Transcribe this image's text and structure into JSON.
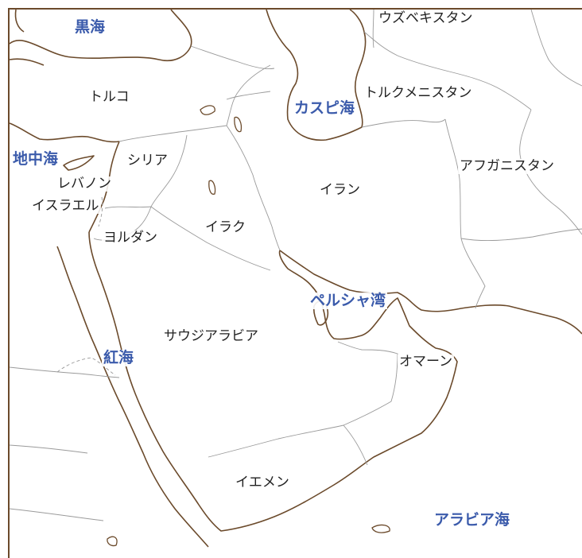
{
  "colors": {
    "coast": "#6b4a2b",
    "border": "#9a9a9a",
    "sea_label": "#3b5bab",
    "country_label": "#222222"
  },
  "seas": {
    "black_sea": "黒海",
    "caspian_sea": "カスピ海",
    "mediterranean": "地中海",
    "persian_gulf": "ペルシャ湾",
    "red_sea": "紅海",
    "arabian_sea": "アラビア海"
  },
  "countries": {
    "uzbekistan": "ウズベキスタン",
    "turkey": "トルコ",
    "turkmenistan": "トルクメニスタン",
    "syria": "シリア",
    "afghanistan": "アフガニスタン",
    "lebanon": "レバノン",
    "iran": "イラン",
    "israel": "イスラエル",
    "iraq": "イラク",
    "jordan": "ヨルダン",
    "saudi_arabia": "サウジアラビア",
    "oman": "オマーン",
    "yemen": "イエメン"
  }
}
